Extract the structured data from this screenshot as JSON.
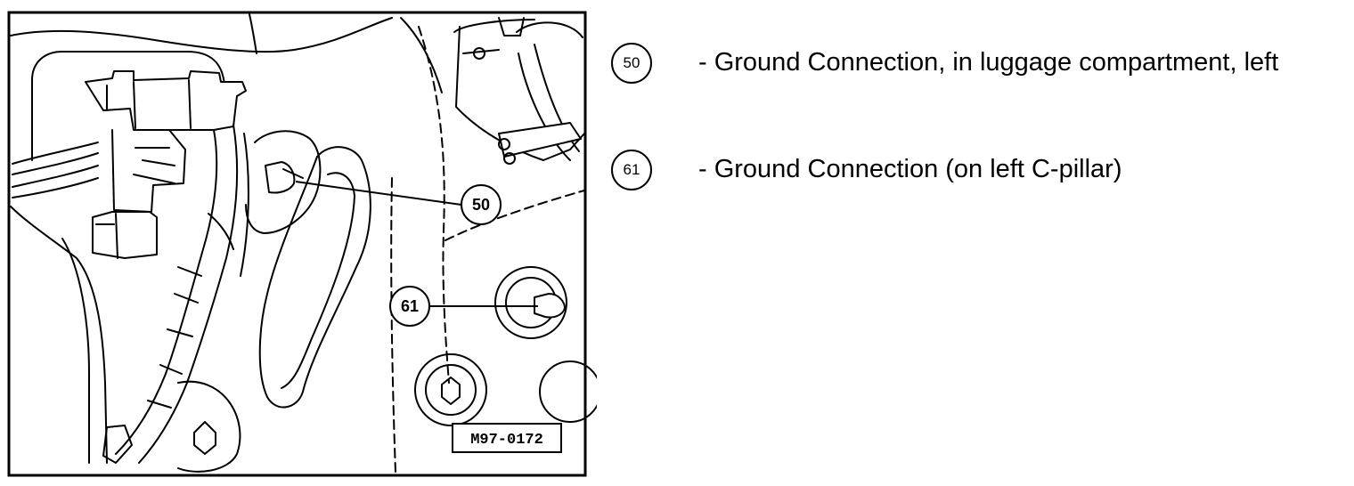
{
  "figure": {
    "reference_code": "M97-0172",
    "callouts": [
      {
        "number": "50"
      },
      {
        "number": "61"
      }
    ]
  },
  "legend": [
    {
      "number": "50",
      "text": "- Ground Connection, in luggage compartment, left"
    },
    {
      "number": "61",
      "text": "- Ground Connection (on left C-pillar)"
    }
  ]
}
